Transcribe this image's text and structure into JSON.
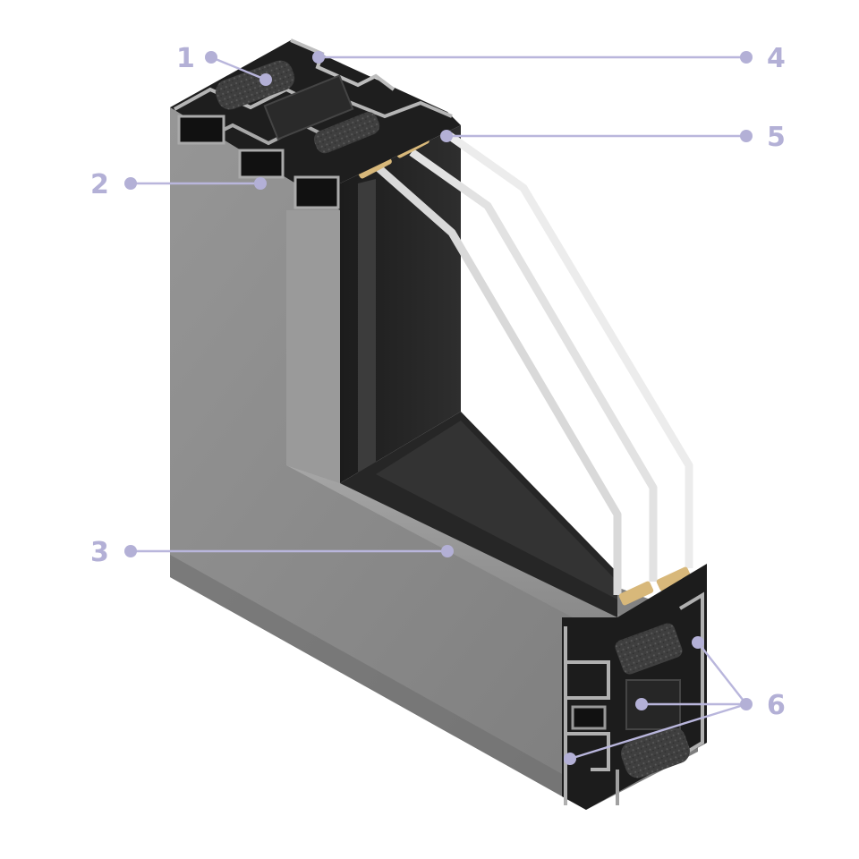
{
  "diagram": {
    "callouts": [
      {
        "id": "1",
        "label": "1"
      },
      {
        "id": "2",
        "label": "2"
      },
      {
        "id": "3",
        "label": "3"
      },
      {
        "id": "4",
        "label": "4"
      },
      {
        "id": "5",
        "label": "5"
      },
      {
        "id": "6",
        "label": "6"
      }
    ],
    "colors": {
      "callout": "#b3b0d6",
      "frame_face": "#8d8d8d",
      "frame_shadow": "#5c5c5c",
      "profile_dark": "#222222",
      "gasket": "#3a3a3a",
      "insulation": "#4a4a4a",
      "spacer": "#d8b87a",
      "glass": "#e6e6e6"
    },
    "icons": [
      "window-frame-cross-section"
    ]
  }
}
